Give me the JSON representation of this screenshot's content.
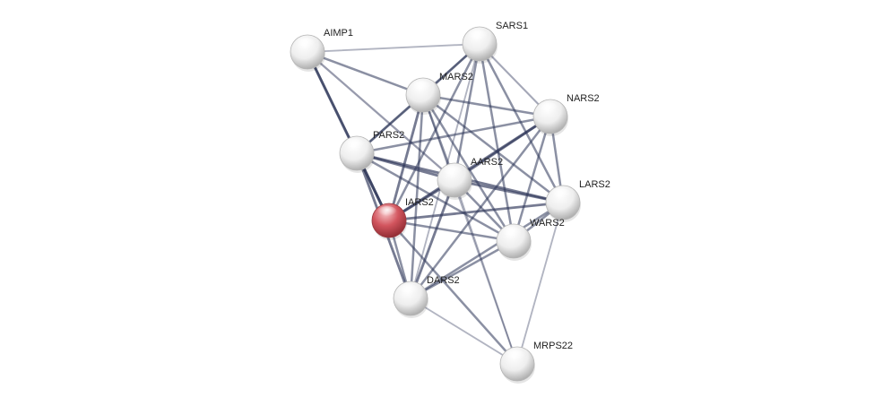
{
  "network": {
    "nodes": [
      {
        "id": "AIMP1",
        "label": "AIMP1",
        "query": false
      },
      {
        "id": "SARS1",
        "label": "SARS1",
        "query": false
      },
      {
        "id": "MARS2",
        "label": "MARS2",
        "query": false
      },
      {
        "id": "NARS2",
        "label": "NARS2",
        "query": false
      },
      {
        "id": "PARS2",
        "label": "PARS2",
        "query": false
      },
      {
        "id": "AARS2",
        "label": "AARS2",
        "query": false
      },
      {
        "id": "LARS2",
        "label": "LARS2",
        "query": false
      },
      {
        "id": "IARS2",
        "label": "IARS2",
        "query": true
      },
      {
        "id": "WARS2",
        "label": "WARS2",
        "query": false
      },
      {
        "id": "DARS2",
        "label": "DARS2",
        "query": false
      },
      {
        "id": "MRPS22",
        "label": "MRPS22",
        "query": false
      }
    ],
    "edges": [
      {
        "source": "AIMP1",
        "target": "SARS1",
        "strength": 0.3
      },
      {
        "source": "AIMP1",
        "target": "MARS2",
        "strength": 0.6
      },
      {
        "source": "AIMP1",
        "target": "PARS2",
        "strength": 0.6
      },
      {
        "source": "AIMP1",
        "target": "IARS2",
        "strength": 0.85
      },
      {
        "source": "AIMP1",
        "target": "AARS2",
        "strength": 0.5
      },
      {
        "source": "SARS1",
        "target": "MARS2",
        "strength": 0.6
      },
      {
        "source": "SARS1",
        "target": "PARS2",
        "strength": 0.6
      },
      {
        "source": "SARS1",
        "target": "NARS2",
        "strength": 0.4
      },
      {
        "source": "SARS1",
        "target": "AARS2",
        "strength": 0.6
      },
      {
        "source": "SARS1",
        "target": "IARS2",
        "strength": 0.6
      },
      {
        "source": "SARS1",
        "target": "DARS2",
        "strength": 0.3
      },
      {
        "source": "SARS1",
        "target": "WARS2",
        "strength": 0.6
      },
      {
        "source": "SARS1",
        "target": "LARS2",
        "strength": 0.6
      },
      {
        "source": "MARS2",
        "target": "NARS2",
        "strength": 0.6
      },
      {
        "source": "MARS2",
        "target": "PARS2",
        "strength": 0.6
      },
      {
        "source": "MARS2",
        "target": "AARS2",
        "strength": 0.6
      },
      {
        "source": "MARS2",
        "target": "IARS2",
        "strength": 0.75
      },
      {
        "source": "MARS2",
        "target": "LARS2",
        "strength": 0.6
      },
      {
        "source": "MARS2",
        "target": "WARS2",
        "strength": 0.6
      },
      {
        "source": "MARS2",
        "target": "DARS2",
        "strength": 0.6
      },
      {
        "source": "MARS2",
        "target": "MRPS22",
        "strength": 0.3
      },
      {
        "source": "NARS2",
        "target": "PARS2",
        "strength": 0.6
      },
      {
        "source": "NARS2",
        "target": "AARS2",
        "strength": 0.75
      },
      {
        "source": "NARS2",
        "target": "IARS2",
        "strength": 0.75
      },
      {
        "source": "NARS2",
        "target": "LARS2",
        "strength": 0.6
      },
      {
        "source": "NARS2",
        "target": "WARS2",
        "strength": 0.6
      },
      {
        "source": "NARS2",
        "target": "DARS2",
        "strength": 0.6
      },
      {
        "source": "PARS2",
        "target": "AARS2",
        "strength": 0.75
      },
      {
        "source": "PARS2",
        "target": "IARS2",
        "strength": 0.85
      },
      {
        "source": "PARS2",
        "target": "LARS2",
        "strength": 0.75
      },
      {
        "source": "PARS2",
        "target": "WARS2",
        "strength": 0.6
      },
      {
        "source": "PARS2",
        "target": "DARS2",
        "strength": 0.75
      },
      {
        "source": "AARS2",
        "target": "IARS2",
        "strength": 0.75
      },
      {
        "source": "AARS2",
        "target": "LARS2",
        "strength": 0.75
      },
      {
        "source": "AARS2",
        "target": "WARS2",
        "strength": 0.6
      },
      {
        "source": "AARS2",
        "target": "DARS2",
        "strength": 0.75
      },
      {
        "source": "AARS2",
        "target": "MRPS22",
        "strength": 0.3
      },
      {
        "source": "IARS2",
        "target": "LARS2",
        "strength": 0.75
      },
      {
        "source": "IARS2",
        "target": "WARS2",
        "strength": 0.6
      },
      {
        "source": "IARS2",
        "target": "DARS2",
        "strength": 0.6
      },
      {
        "source": "IARS2",
        "target": "MRPS22",
        "strength": 0.6
      },
      {
        "source": "LARS2",
        "target": "WARS2",
        "strength": 0.6
      },
      {
        "source": "LARS2",
        "target": "DARS2",
        "strength": 0.6
      },
      {
        "source": "LARS2",
        "target": "MRPS22",
        "strength": 0.3
      },
      {
        "source": "WARS2",
        "target": "DARS2",
        "strength": 0.6
      },
      {
        "source": "DARS2",
        "target": "MRPS22",
        "strength": 0.3
      }
    ],
    "colors": {
      "query_node": "#d2555e",
      "node": "#eeeeee",
      "edge": "#2c3458"
    }
  }
}
